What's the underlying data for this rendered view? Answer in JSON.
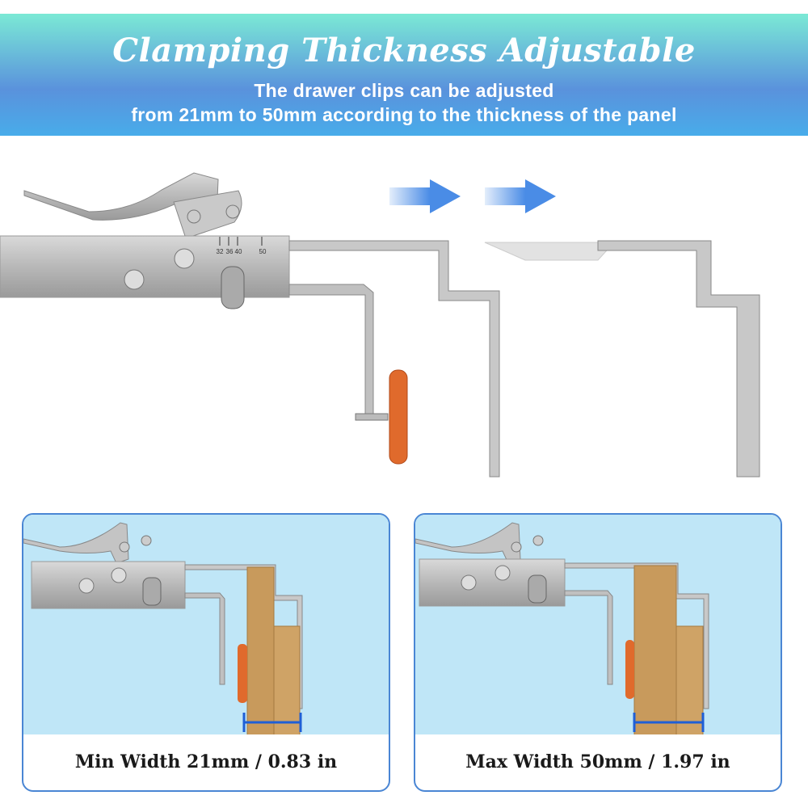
{
  "header": {
    "title": "Clamping Thickness Adjustable",
    "subtitle_line1": "The drawer clips can be adjusted",
    "subtitle_line2": "from 21mm to 50mm according to the thickness of the panel"
  },
  "scale_marks": [
    "32",
    "36",
    "40",
    "50"
  ],
  "panels": [
    {
      "label": "Min Width 21mm / 0.83 in"
    },
    {
      "label": "Max Width 50mm / 1.97 in"
    }
  ],
  "colors": {
    "header_top": "#7be9d5",
    "header_bottom": "#48acea",
    "panel_border": "#4a86d4",
    "panel_bg": "#bfe6f7",
    "measure_line": "#1f5fd6",
    "wood": "#c89a5c",
    "wheel": "#e06a2c",
    "arrow": "#4a8ce6"
  }
}
